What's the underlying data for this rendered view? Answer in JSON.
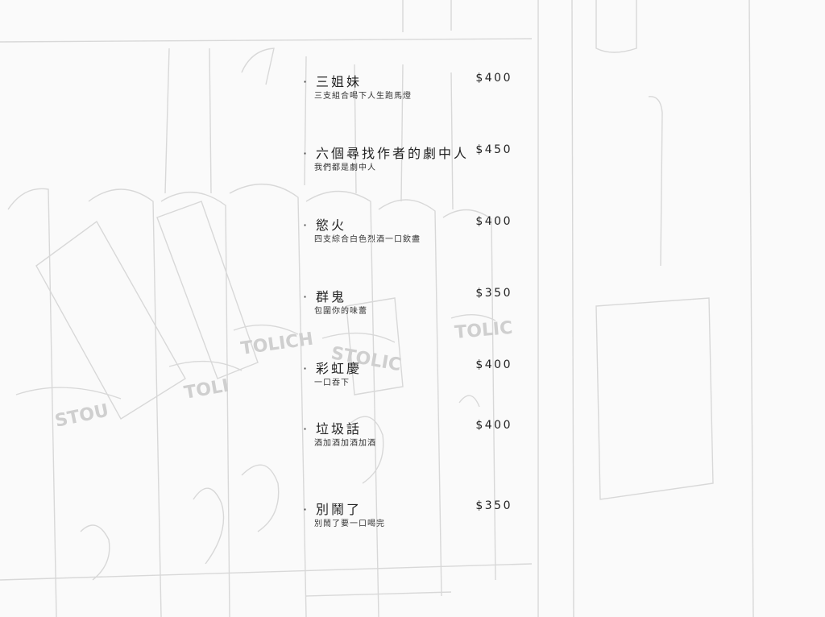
{
  "menu": {
    "bullet": "·",
    "items": [
      {
        "name": "三姐妹",
        "price": "$400",
        "desc": "三支組合喝下人生跑馬燈"
      },
      {
        "name": "六個尋找作者的劇中人",
        "price": "$450",
        "desc": "我們都是劇中人"
      },
      {
        "name": "慾火",
        "price": "$400",
        "desc": "四支綜合白色烈酒一口飲盡"
      },
      {
        "name": "群鬼",
        "price": "$350",
        "desc": "包圍你的味蕾"
      },
      {
        "name": "彩虹慶",
        "price": "$400",
        "desc": "一口吞下"
      },
      {
        "name": "垃圾話",
        "price": "$400",
        "desc": "酒加酒加酒加酒"
      },
      {
        "name": "別鬧了",
        "price": "$350",
        "desc": "別鬧了要一口喝完"
      }
    ]
  },
  "background": {
    "bottle_label": "STOLICHNAYA",
    "colors": {
      "line": "#d6d6d6",
      "paper": "#fafafa",
      "text": "#222222"
    }
  }
}
